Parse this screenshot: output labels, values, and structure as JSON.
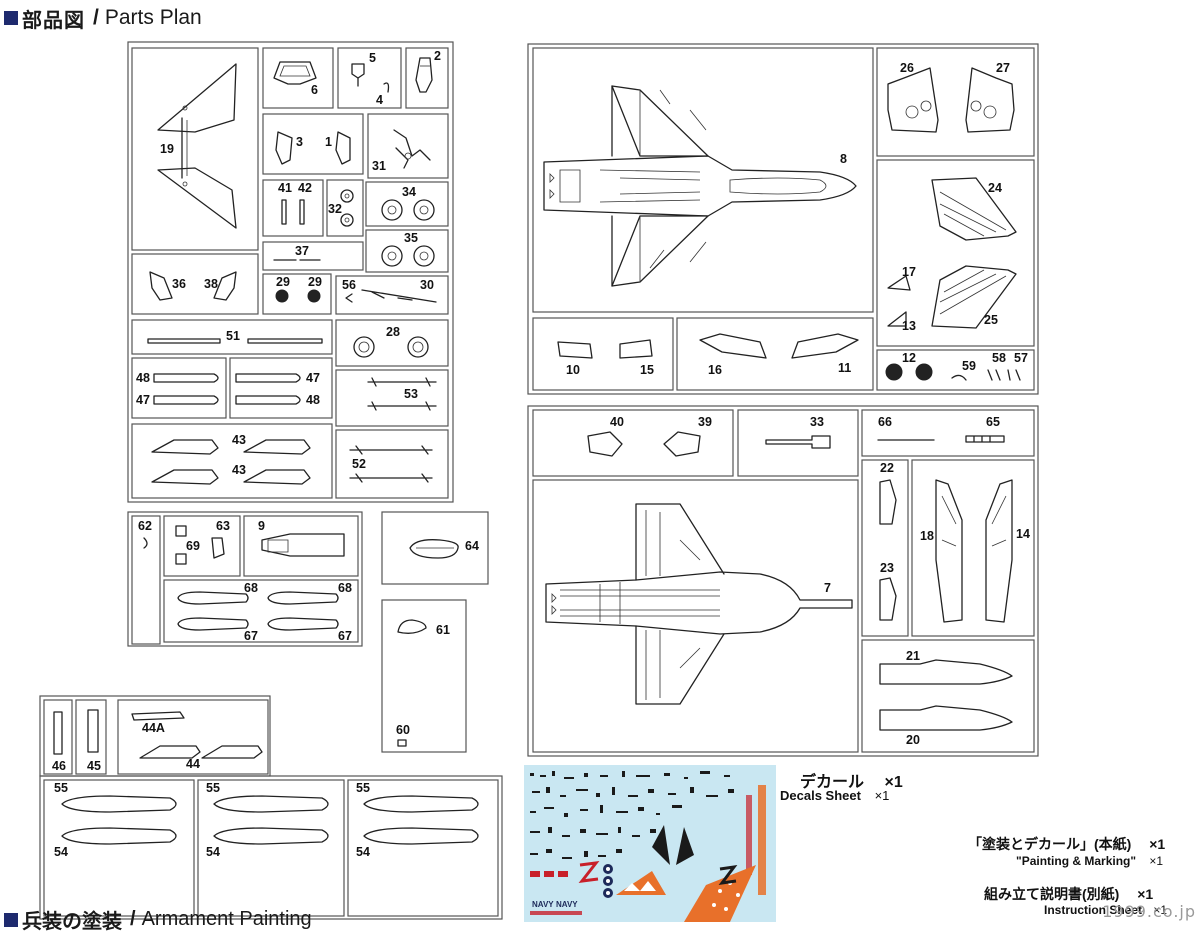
{
  "header": {
    "title_jp": "部品図",
    "slash": "/",
    "title_en": "Parts Plan"
  },
  "part_numbers": {
    "p19": "19",
    "p6": "6",
    "p5": "5",
    "p4": "4",
    "p2": "2",
    "p3": "3",
    "p1": "1",
    "p31": "31",
    "p41": "41",
    "p42": "42",
    "p32": "32",
    "p34": "34",
    "p35": "35",
    "p37": "37",
    "p36": "36",
    "p38": "38",
    "p29a": "29",
    "p29b": "29",
    "p56": "56",
    "p30": "30",
    "p51": "51",
    "p28": "28",
    "p48a": "48",
    "p47a": "47",
    "p47b": "47",
    "p48b": "48",
    "p53": "53",
    "p43a": "43",
    "p43b": "43",
    "p52": "52",
    "p62": "62",
    "p63": "63",
    "p69": "69",
    "p9": "9",
    "p64": "64",
    "p68a": "68",
    "p68b": "68",
    "p67a": "67",
    "p67b": "67",
    "p61": "61",
    "p60": "60",
    "p46": "46",
    "p45": "45",
    "p44a": "44A",
    "p44": "44",
    "p55a": "55",
    "p55b": "55",
    "p55c": "55",
    "p54a": "54",
    "p54b": "54",
    "p54c": "54",
    "p8": "8",
    "p26": "26",
    "p27": "27",
    "p24": "24",
    "p17": "17",
    "p13": "13",
    "p25": "25",
    "p10": "10",
    "p15": "15",
    "p16": "16",
    "p11": "11",
    "p12": "12",
    "p59": "59",
    "p58": "58",
    "p57": "57",
    "p40": "40",
    "p39": "39",
    "p33": "33",
    "p66": "66",
    "p65": "65",
    "p7": "7",
    "p22": "22",
    "p23": "23",
    "p18": "18",
    "p14": "14",
    "p21": "21",
    "p20": "20"
  },
  "decals": {
    "label_jp": "デカール",
    "count": "×1",
    "label_en": "Decals Sheet",
    "count_en": "×1",
    "navy_text": "NAVY",
    "colors": {
      "sheet_bg": "#c9e7f2",
      "orange": "#e8702a",
      "red": "#c8202a",
      "navy": "#1d2a5a",
      "black": "#1a1a1a"
    }
  },
  "docs": [
    {
      "jp": "「塗装とデカール」(本紙)",
      "count": "×1",
      "en": "\"Painting & Marking\"",
      "count_en": "×1"
    },
    {
      "jp": "組み立て説明書(別紙)",
      "count": "×1",
      "en": "Instruction Sheet",
      "count_en": "×1"
    }
  ],
  "footer_header": {
    "title_jp": "兵装の塗装",
    "slash": "/",
    "title_en": "Armament Painting"
  },
  "watermark": "1999.co.jp"
}
